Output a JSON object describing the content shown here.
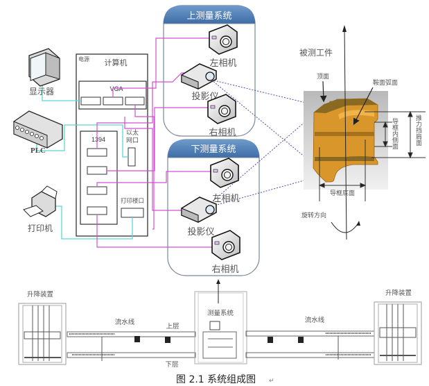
{
  "figure": {
    "caption": "图 2.1  系统组成图",
    "caption_mark": "↵"
  },
  "peripherals": {
    "monitor": "显示器",
    "plc": "PLC",
    "printer": "打印机"
  },
  "computer": {
    "title": "计算机",
    "power": "电源",
    "vga": "VGA",
    "firewire": "1394",
    "ethernet_line1": "以太",
    "ethernet_line2": "网口",
    "printer_port": "打印楼口"
  },
  "upper_system": {
    "title": "上测量系统",
    "left_camera": "左相机",
    "projector": "投影仪",
    "right_camera": "右相机"
  },
  "lower_system": {
    "title": "下测量系统",
    "left_camera": "左相机",
    "projector": "投影仪",
    "right_camera": "右相机"
  },
  "workpiece": {
    "title": "被测工件",
    "top_face": "顶面",
    "saddle_arc": "鞍面弧面",
    "guide_inner": "导框内侧面",
    "thrust_face": "推力挡肩面",
    "guide_bottom": "导框底面",
    "rotation": "旋转方向"
  },
  "production_line": {
    "lift_left": "升降装置",
    "lift_right": "升降装置",
    "conveyor_left": "流水线",
    "conveyor_right": "流水线",
    "upper_layer": "上层",
    "lower_layer": "下层",
    "measure_system": "测量系统"
  },
  "colors": {
    "wire_magenta": "#d24fd2",
    "wire_cyan": "#5ad8d8",
    "laser_blue": "#4a4ab0",
    "panel_header": "#4f7fb3",
    "workpiece": "#d9962a"
  }
}
